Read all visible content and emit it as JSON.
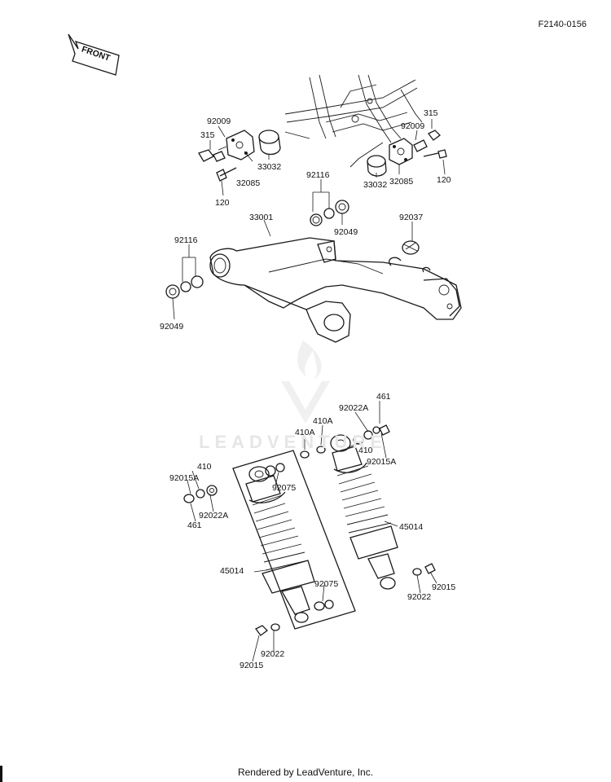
{
  "figure_code": "F2140-0156",
  "front_arrow_label": "FRONT",
  "footer": "Rendered by LeadVenture, Inc.",
  "watermark": "LEADVENTURE",
  "callouts": {
    "r_315": "315",
    "r_92009": "92009",
    "r_33032": "33032",
    "r_32085": "32085",
    "r_120": "120",
    "l_92009": "92009",
    "l_315": "315",
    "l_33032": "33032",
    "l_32085": "32085",
    "l_120": "120",
    "c_92116": "92116",
    "c_92049": "92049",
    "swingarm_33001": "33001",
    "chain_92037": "92037",
    "ll_92116": "92116",
    "ll_92049": "92049",
    "rs_461": "461",
    "rs_92022A": "92022A",
    "rs_410A_1": "410A",
    "rs_410A_2": "410A",
    "rs_410": "410",
    "rs_92015A": "92015A",
    "rs_45014": "45014",
    "rs_92022": "92022",
    "rs_92015": "92015",
    "ls_410": "410",
    "ls_92015A": "92015A",
    "ls_461": "461",
    "ls_92022A": "92022A",
    "ls_92075_top": "92075",
    "ls_45014": "45014",
    "ls_92075_bot": "92075",
    "ls_92022": "92022",
    "ls_92015": "92015"
  }
}
